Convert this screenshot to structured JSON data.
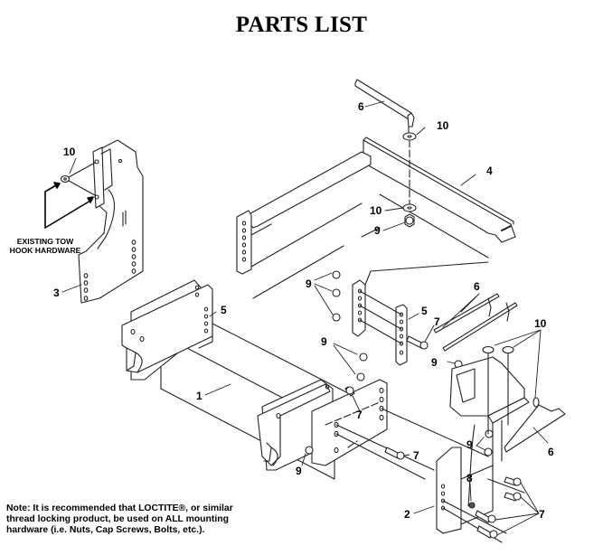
{
  "page": {
    "title": "PARTS LIST"
  },
  "diagram": {
    "existing_hardware_label": "EXISTING TOW HOOK HARDWARE",
    "existing_hardware_lines": [
      "EXISTING TOW",
      "HOOK HARDWARE"
    ],
    "callouts": [
      {
        "id": "c1",
        "label": "1"
      },
      {
        "id": "c2",
        "label": "2"
      },
      {
        "id": "c3",
        "label": "3"
      },
      {
        "id": "c4",
        "label": "4"
      },
      {
        "id": "c5a",
        "label": "5"
      },
      {
        "id": "c5b",
        "label": "5"
      },
      {
        "id": "c6a",
        "label": "6"
      },
      {
        "id": "c6b",
        "label": "6"
      },
      {
        "id": "c6c",
        "label": "6"
      },
      {
        "id": "c7a",
        "label": "7"
      },
      {
        "id": "c7b",
        "label": "7"
      },
      {
        "id": "c7c",
        "label": "7"
      },
      {
        "id": "c7d",
        "label": "7"
      },
      {
        "id": "c8",
        "label": "8"
      },
      {
        "id": "c9a",
        "label": "9"
      },
      {
        "id": "c9b",
        "label": "9"
      },
      {
        "id": "c9c",
        "label": "9"
      },
      {
        "id": "c9d",
        "label": "9"
      },
      {
        "id": "c9e",
        "label": "9"
      },
      {
        "id": "c9f",
        "label": "9"
      },
      {
        "id": "c10a",
        "label": "10"
      },
      {
        "id": "c10b",
        "label": "10"
      },
      {
        "id": "c10c",
        "label": "10"
      },
      {
        "id": "c10d",
        "label": "10"
      }
    ]
  },
  "note": {
    "lines": [
      "Note: It is recommended that LOCTITE®, or similar",
      "thread locking product, be used on ALL mounting",
      "hardware (i.e. Nuts, Cap Screws, Bolts, etc.)."
    ]
  }
}
